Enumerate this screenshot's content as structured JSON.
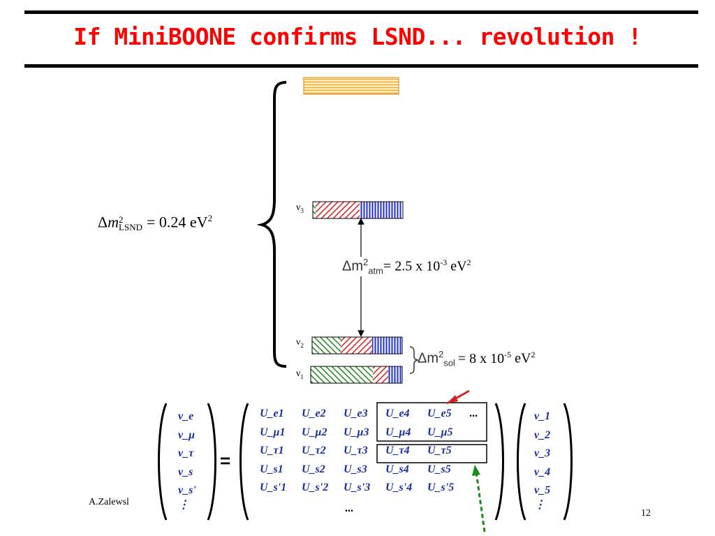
{
  "slide": {
    "title": "If MiniBOONE confirms LSND... revolution !",
    "page_number": "12",
    "author_partial": "A.Zalewsl"
  },
  "spectrum": {
    "lsnd": {
      "delta": "Δ",
      "m": "m",
      "sup": "2",
      "sub": "LSND",
      "rhs": "= 0.24 eV",
      "rhs_sup": "2"
    },
    "atm": {
      "prefix": "Δm",
      "sup": "2",
      "sub": "atm",
      "rhs": "= 2.5 x 10",
      "exp": "-3",
      "unit": " eV",
      "unit_sup": "2"
    },
    "sol": {
      "prefix": "Δm",
      "sup": "2",
      "sub": "sol",
      "rhs": "= 8 x 10",
      "exp": "-5",
      "unit": " eV",
      "unit_sup": "2"
    },
    "levels": [
      {
        "label": "ν",
        "index": "3"
      },
      {
        "label": "ν",
        "index": "2"
      },
      {
        "label": "ν",
        "index": "1"
      }
    ],
    "colors": {
      "e": "#1f8a1f",
      "mu": "#e02020",
      "tau": "#1f2fd0",
      "sterile": "#f2b23a"
    }
  },
  "matrix": {
    "flavors": [
      "ν_e",
      "ν_μ",
      "ν_τ",
      "ν_s",
      "ν_s'",
      "⋮"
    ],
    "mass_states": [
      "ν_1",
      "ν_2",
      "ν_3",
      "ν_4",
      "ν_5",
      "⋮"
    ],
    "equals": "=",
    "rows": [
      [
        "U_e1",
        "U_e2",
        "U_e3",
        "U_e4",
        "U_e5",
        "..."
      ],
      [
        "U_μ1",
        "U_μ2",
        "U_μ3",
        "U_μ4",
        "U_μ5",
        ""
      ],
      [
        "U_τ1",
        "U_τ2",
        "U_τ3",
        "U_τ4",
        "U_τ5",
        ""
      ],
      [
        "U_s1",
        "U_s2",
        "U_s3",
        "U_s4",
        "U_s5",
        ""
      ],
      [
        "U_s'1",
        "U_s'2",
        "U_s'3",
        "U_s'4",
        "U_s'5",
        ""
      ]
    ],
    "bottom_dots": "..."
  }
}
